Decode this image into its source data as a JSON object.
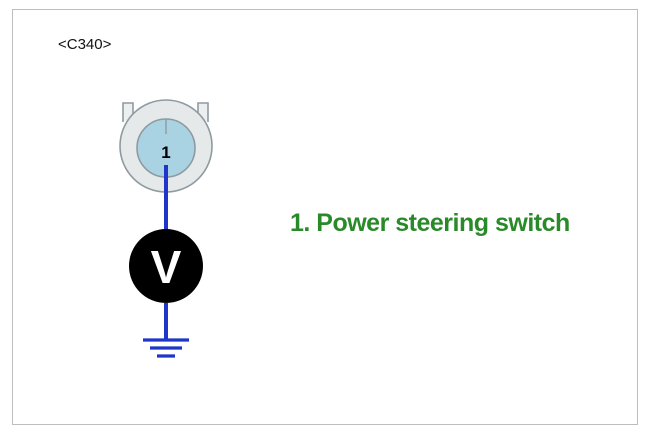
{
  "connector": {
    "id": "<C340>",
    "pin_number": "1"
  },
  "meter": {
    "symbol": "V",
    "icon": "voltmeter-icon"
  },
  "ground": {
    "icon": "ground-icon"
  },
  "components": [
    {
      "label": "1. Power steering switch"
    }
  ],
  "colors": {
    "wire": "#1f36c8",
    "label": "#2a8a2a",
    "pin_fill": "#a9d3e3",
    "connector_fill": "#e6e9ea",
    "connector_stroke": "#8f9aa0",
    "meter_fill": "#000000"
  }
}
